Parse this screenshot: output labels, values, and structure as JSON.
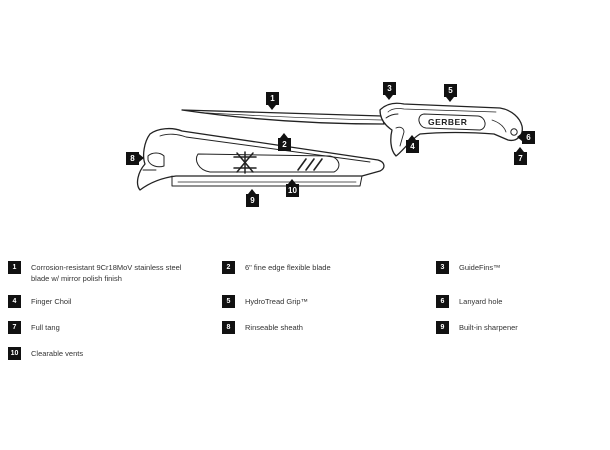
{
  "brand_mark": "GERBER",
  "callouts": [
    "1",
    "2",
    "3",
    "4",
    "5",
    "6",
    "7",
    "8",
    "9",
    "10"
  ],
  "legend": [
    {
      "num": "1",
      "text": "Corrosion-resistant 9Cr18MoV stainless steel blade w/ mirror polish finish"
    },
    {
      "num": "2",
      "text": "6\" fine edge flexible blade"
    },
    {
      "num": "3",
      "text": "GuideFins™"
    },
    {
      "num": "4",
      "text": "Finger Choil"
    },
    {
      "num": "5",
      "text": "HydroTread Grip™"
    },
    {
      "num": "6",
      "text": "Lanyard hole"
    },
    {
      "num": "7",
      "text": "Full tang"
    },
    {
      "num": "8",
      "text": "Rinseable sheath"
    },
    {
      "num": "9",
      "text": "Built-in sharpener"
    },
    {
      "num": "10",
      "text": "Clearable vents"
    }
  ],
  "colors": {
    "ink": "#111111",
    "background": "#ffffff",
    "label_text": "#333333"
  }
}
